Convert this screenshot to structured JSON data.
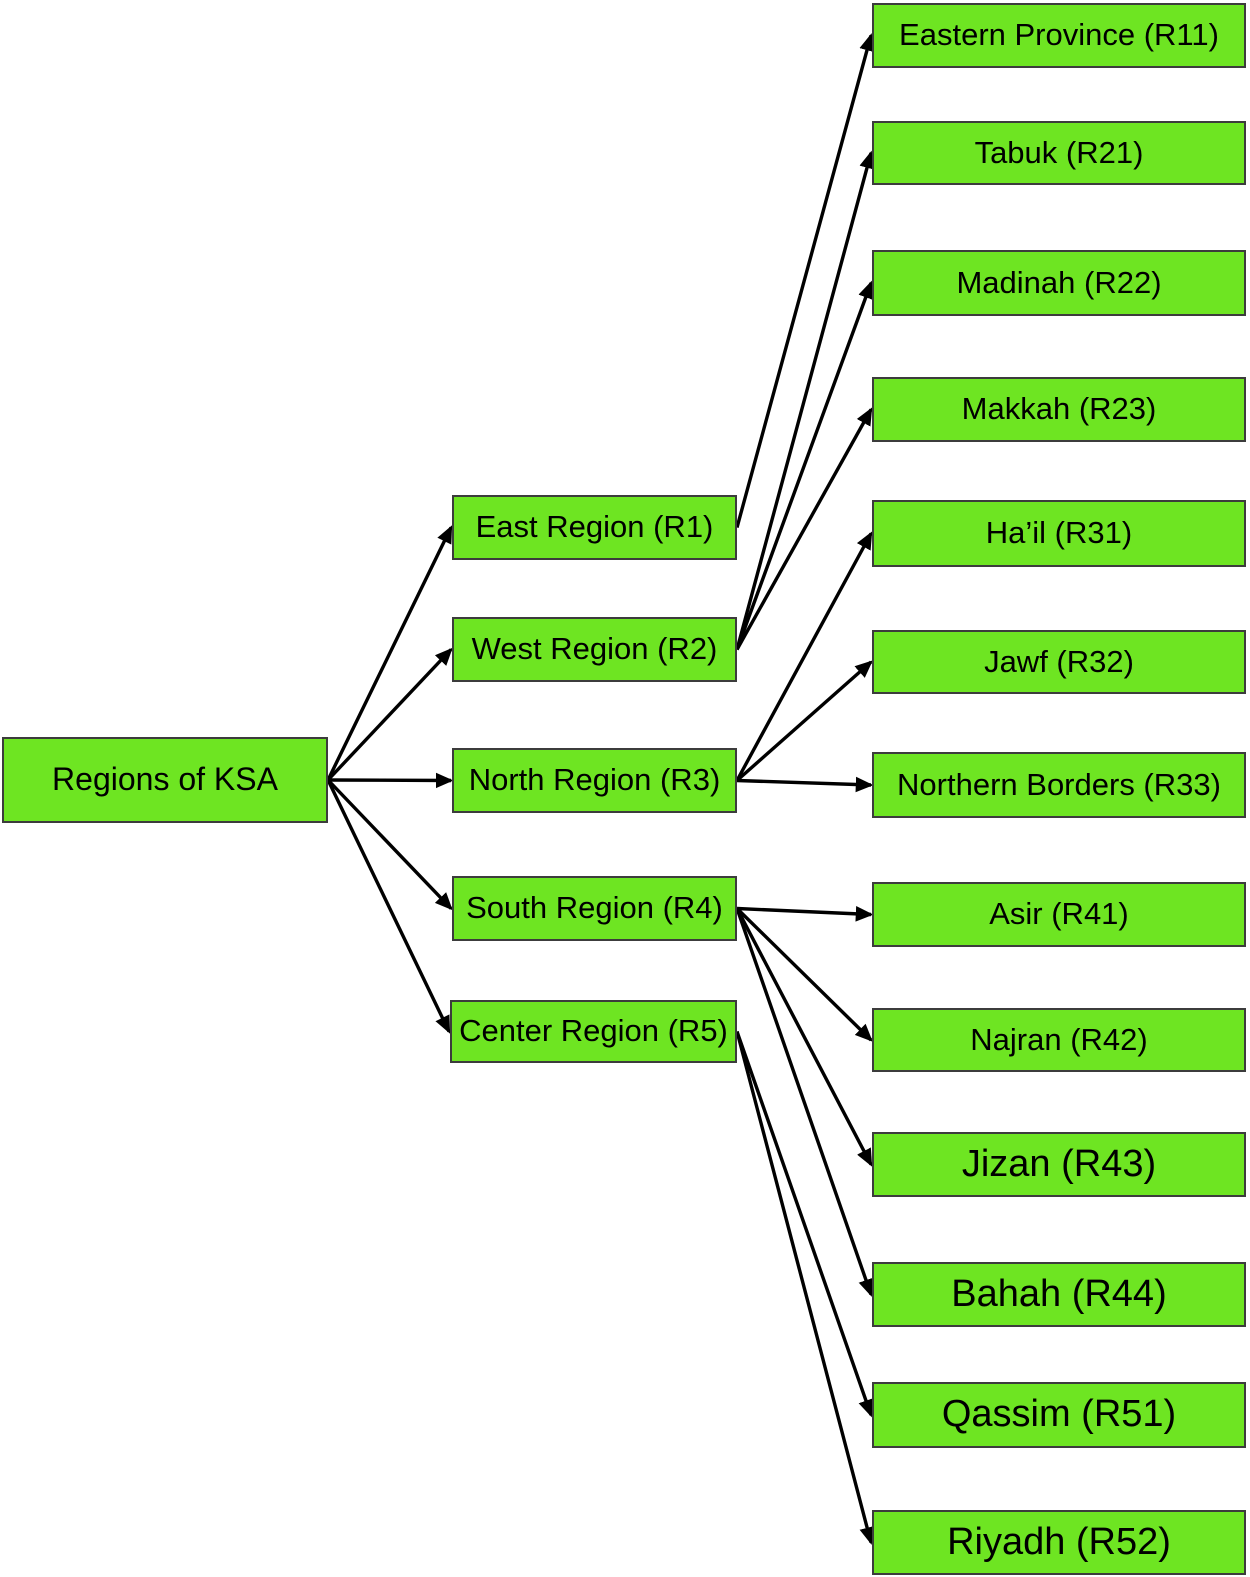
{
  "figure_title": "Regions of KSA hierarchy diagram",
  "colors": {
    "node_fill": "#6ee522",
    "node_border": "#3c3c3c",
    "arrow": "#000000",
    "text": "#000000",
    "background": "#ffffff"
  },
  "nodes": {
    "root": {
      "label": "Regions of KSA"
    },
    "r1": {
      "label": "East Region (R1)"
    },
    "r2": {
      "label": "West Region (R2)"
    },
    "r3": {
      "label": "North Region (R3)"
    },
    "r4": {
      "label": "South Region (R4)"
    },
    "r5": {
      "label": "Center Region (R5)"
    },
    "r11": {
      "label": "Eastern Province (R11)"
    },
    "r21": {
      "label": "Tabuk (R21)"
    },
    "r22": {
      "label": "Madinah (R22)"
    },
    "r23": {
      "label": "Makkah (R23)"
    },
    "r31": {
      "label": "Ha’il (R31)"
    },
    "r32": {
      "label": "Jawf (R32)"
    },
    "r33": {
      "label": "Northern Borders (R33)"
    },
    "r41": {
      "label": "Asir (R41)"
    },
    "r42": {
      "label": "Najran (R42)"
    },
    "r43": {
      "label": "Jizan (R43)"
    },
    "r44": {
      "label": "Bahah (R44)"
    },
    "r51": {
      "label": "Qassim (R51)"
    },
    "r52": {
      "label": "Riyadh (R52)"
    }
  },
  "edges": [
    {
      "from": "root",
      "to": "r1"
    },
    {
      "from": "root",
      "to": "r2"
    },
    {
      "from": "root",
      "to": "r3"
    },
    {
      "from": "root",
      "to": "r4"
    },
    {
      "from": "root",
      "to": "r5"
    },
    {
      "from": "r1",
      "to": "r11"
    },
    {
      "from": "r2",
      "to": "r21"
    },
    {
      "from": "r2",
      "to": "r22"
    },
    {
      "from": "r2",
      "to": "r23"
    },
    {
      "from": "r3",
      "to": "r31"
    },
    {
      "from": "r3",
      "to": "r32"
    },
    {
      "from": "r3",
      "to": "r33"
    },
    {
      "from": "r4",
      "to": "r41"
    },
    {
      "from": "r4",
      "to": "r42"
    },
    {
      "from": "r4",
      "to": "r43"
    },
    {
      "from": "r4",
      "to": "r44"
    },
    {
      "from": "r5",
      "to": "r51"
    },
    {
      "from": "r5",
      "to": "r52"
    }
  ]
}
